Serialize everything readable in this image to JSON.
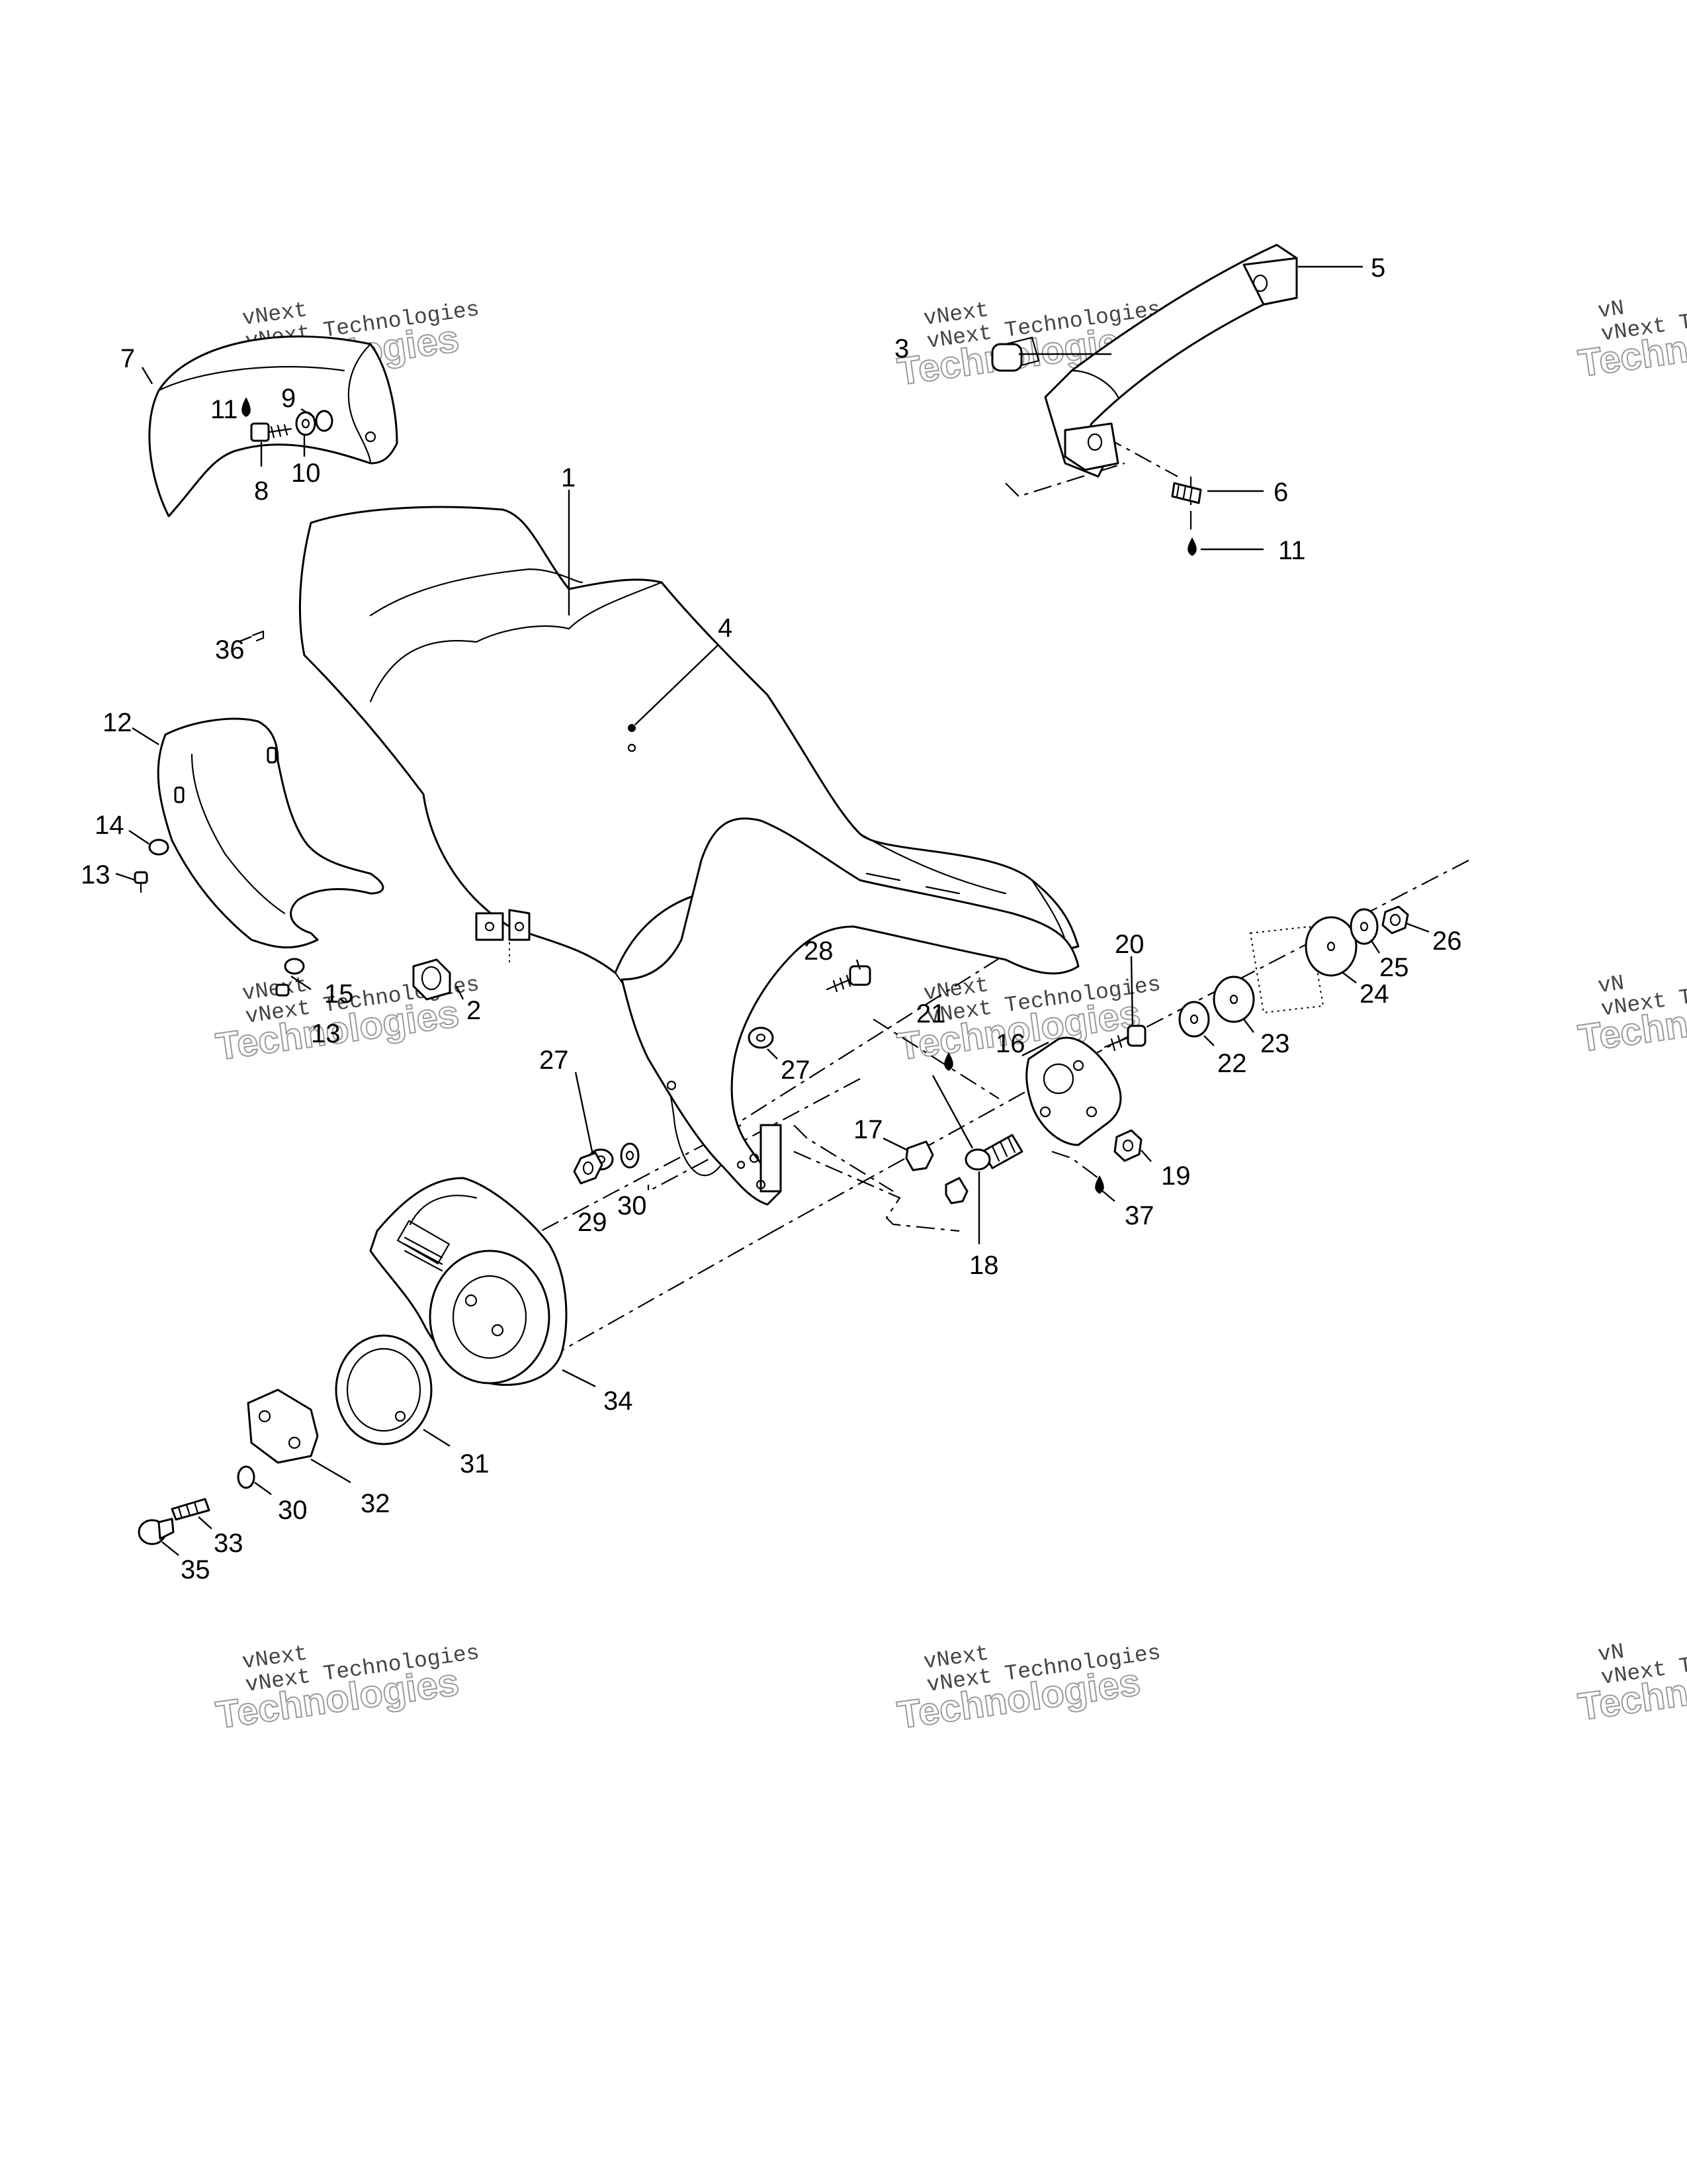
{
  "diagram": {
    "type": "exploded-parts-diagram",
    "watermark": {
      "line1": "vNext",
      "line2": "vNext Technologies",
      "line3": "Technologies",
      "line1_partial": "vN",
      "line2_partial": "vNext Te",
      "line3_partial": "Techn"
    },
    "callouts": [
      {
        "id": "c1",
        "label": "1"
      },
      {
        "id": "c2",
        "label": "2"
      },
      {
        "id": "c3",
        "label": "3"
      },
      {
        "id": "c4",
        "label": "4"
      },
      {
        "id": "c5",
        "label": "5"
      },
      {
        "id": "c6",
        "label": "6"
      },
      {
        "id": "c7",
        "label": "7"
      },
      {
        "id": "c8",
        "label": "8"
      },
      {
        "id": "c9",
        "label": "9"
      },
      {
        "id": "c10",
        "label": "10"
      },
      {
        "id": "c11a",
        "label": "11"
      },
      {
        "id": "c11b",
        "label": "11"
      },
      {
        "id": "c12",
        "label": "12"
      },
      {
        "id": "c13a",
        "label": "13"
      },
      {
        "id": "c13b",
        "label": "13"
      },
      {
        "id": "c14",
        "label": "14"
      },
      {
        "id": "c15",
        "label": "15"
      },
      {
        "id": "c16",
        "label": "16"
      },
      {
        "id": "c17",
        "label": "17"
      },
      {
        "id": "c18",
        "label": "18"
      },
      {
        "id": "c19",
        "label": "19"
      },
      {
        "id": "c20",
        "label": "20"
      },
      {
        "id": "c21",
        "label": "21"
      },
      {
        "id": "c22",
        "label": "22"
      },
      {
        "id": "c23",
        "label": "23"
      },
      {
        "id": "c24",
        "label": "24"
      },
      {
        "id": "c25",
        "label": "25"
      },
      {
        "id": "c26",
        "label": "26"
      },
      {
        "id": "c27a",
        "label": "27"
      },
      {
        "id": "c27b",
        "label": "27"
      },
      {
        "id": "c28",
        "label": "28"
      },
      {
        "id": "c29",
        "label": "29"
      },
      {
        "id": "c30a",
        "label": "30"
      },
      {
        "id": "c30b",
        "label": "30"
      },
      {
        "id": "c31",
        "label": "31"
      },
      {
        "id": "c32",
        "label": "32"
      },
      {
        "id": "c33",
        "label": "33"
      },
      {
        "id": "c34",
        "label": "34"
      },
      {
        "id": "c35",
        "label": "35"
      },
      {
        "id": "c36",
        "label": "36"
      },
      {
        "id": "c37",
        "label": "37"
      }
    ]
  }
}
